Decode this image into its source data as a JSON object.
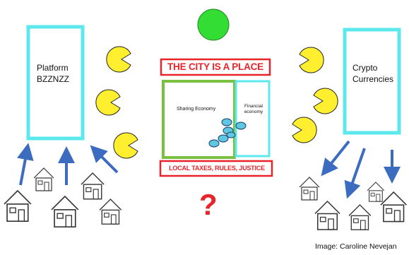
{
  "platform": {
    "label": "Platform\nBZZNZZ"
  },
  "crypto": {
    "label": "Crypto\nCurrencies"
  },
  "city": {
    "title": "THE CITY IS A PLACE",
    "sharing_label": "Sharing Economy",
    "financial_label": "Financial\neconomy",
    "local_label": "LOCAL TAXES, RULES, JUSTICE"
  },
  "question_mark": "?",
  "credit": "Image: Caroline Nevejan",
  "colors": {
    "cyan": "#5ce8ec",
    "red": "#e8232a",
    "green": "#33dd33",
    "olive_green": "#7ac142",
    "pacman_yellow": "#ffef2e",
    "arrow_blue": "#3b6cc0",
    "chain_teal": "#5ec8e0"
  },
  "icons": [
    "pacman-icon",
    "house-icon",
    "arrow-icon",
    "chain-link-icon",
    "green-circle"
  ]
}
